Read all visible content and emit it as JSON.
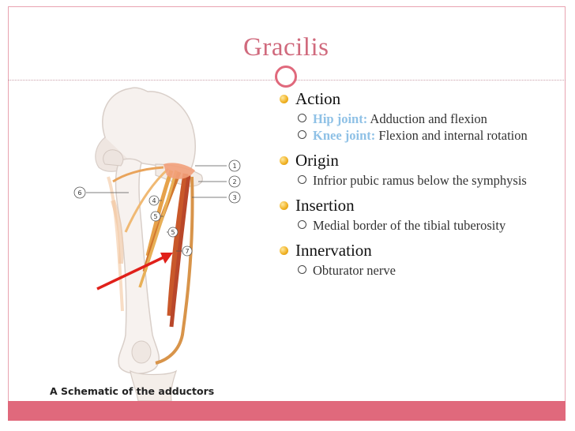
{
  "slide": {
    "title": "Gracilis",
    "figure_caption": "A  Schematic of the adductors",
    "figure_labels": [
      "1",
      "2",
      "3",
      "4",
      "5",
      "5",
      "6",
      "7"
    ],
    "bullets": [
      {
        "heading": "Action",
        "items": [
          {
            "keyword": "Hip joint:",
            "text": " Adduction and flexion"
          },
          {
            "keyword": "Knee joint:",
            "text": " Flexion and internal rotation"
          }
        ]
      },
      {
        "heading": "Origin",
        "items": [
          {
            "keyword": "",
            "text": "Infrior pubic ramus below the symphysis"
          }
        ]
      },
      {
        "heading": "Insertion",
        "items": [
          {
            "keyword": "",
            "text": "Medial border of the tibial tuberosity"
          }
        ]
      },
      {
        "heading": "Innervation",
        "items": [
          {
            "keyword": "",
            "text": "Obturator nerve"
          }
        ]
      }
    ]
  },
  "colors": {
    "accent": "#e0697c",
    "title": "#d06a7d",
    "keyword": "#8fc1e6",
    "muscle": "#c8552c",
    "arrow": "#e0201a"
  }
}
